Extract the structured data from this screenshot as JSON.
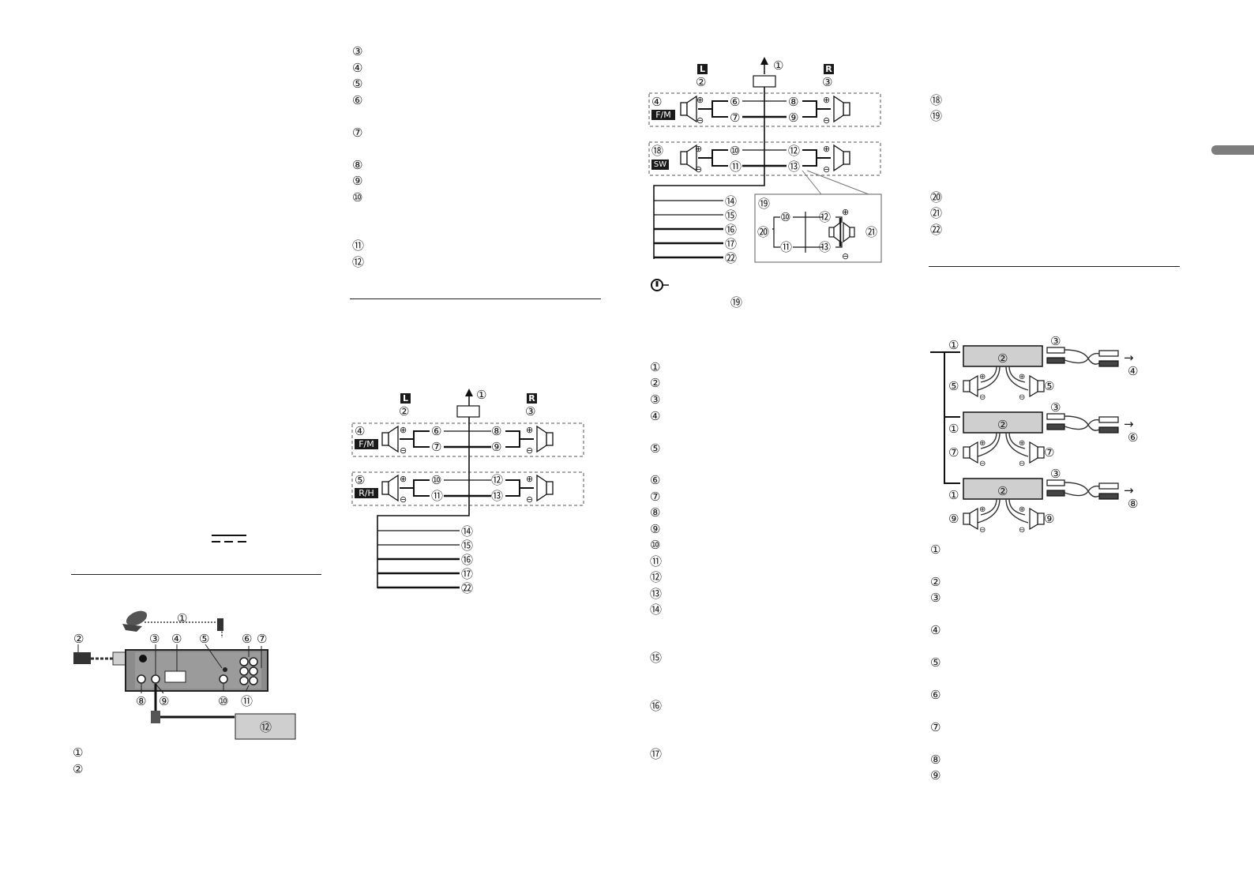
{
  "col2_list": [
    "③",
    "④",
    "⑤",
    "⑥",
    "⑦",
    "⑧",
    "⑨",
    "⑩",
    "⑪",
    "⑫"
  ],
  "col3_list": [
    "①",
    "②",
    "③",
    "④",
    "⑤",
    "⑥",
    "⑦",
    "⑧",
    "⑨",
    "⑩",
    "⑪",
    "⑫",
    "⑬",
    "⑭",
    "⑮",
    "⑯",
    "⑰"
  ],
  "col4_list_top": [
    "⑱",
    "⑲",
    "⑳",
    "㉑",
    "㉒"
  ],
  "col4_list_bottom": [
    "①",
    "②",
    "③",
    "④",
    "⑤",
    "⑥",
    "⑦",
    "⑧",
    "⑨"
  ],
  "col1_list": [
    "①",
    "②"
  ],
  "labels": {
    "L": "L",
    "R": "R",
    "F/M": "F/M",
    "R/H": "R/H",
    "SW": "SW"
  },
  "diagram_unit": {
    "n1": "①",
    "n2": "②",
    "n3": "③",
    "n4": "④",
    "n5": "⑤",
    "n6": "⑥",
    "n7": "⑦",
    "n8": "⑧",
    "n9": "⑨",
    "n10": "⑩",
    "n11": "⑪",
    "n12": "⑫"
  },
  "diagram_speakers_a": {
    "n1": "①",
    "n2": "②",
    "n3": "③",
    "n4": "④",
    "n5": "⑤",
    "n6": "⑥",
    "n7": "⑦",
    "n8": "⑧",
    "n9": "⑨",
    "n10": "⑩",
    "n11": "⑪",
    "n12": "⑫",
    "n13": "⑬",
    "n14": "⑭",
    "n15": "⑮",
    "n16": "⑯",
    "n17": "⑰",
    "n22": "㉒"
  },
  "diagram_speakers_b": {
    "n1": "①",
    "n2": "②",
    "n3": "③",
    "n4": "④",
    "n6": "⑥",
    "n7": "⑦",
    "n8": "⑧",
    "n9": "⑨",
    "n10": "⑩",
    "n11": "⑪",
    "n12": "⑫",
    "n13": "⑬",
    "n14": "⑭",
    "n15": "⑮",
    "n16": "⑯",
    "n17": "⑰",
    "n18": "⑱",
    "n19": "⑲",
    "n20": "⑳",
    "n21": "㉑",
    "n22": "㉒"
  },
  "note_ref": "⑲",
  "diagram_amps": {
    "n1": "①",
    "n2": "②",
    "n3": "③",
    "n4": "④",
    "n5": "⑤",
    "n6": "⑥",
    "n7": "⑦",
    "n8": "⑧",
    "n9": "⑨",
    "arrow": "→"
  }
}
